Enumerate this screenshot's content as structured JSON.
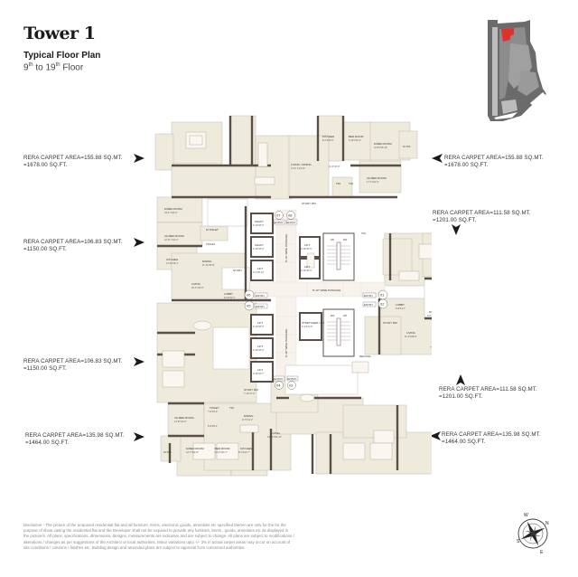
{
  "header": {
    "title": "Tower 1",
    "subtitle": "Typical Floor Plan",
    "floor_from": "9",
    "floor_from_suffix": "th",
    "floor_to_prefix": " to 19",
    "floor_to_suffix": "th",
    "floor_word": " Floor"
  },
  "key_plan": {
    "highlight_color": "#e0322c",
    "site_color": "#6b6b6b"
  },
  "areas": [
    {
      "id": "top-left",
      "sqmt": "RERA CARPET AREA=155.88 SQ.MT.",
      "sqft": "=1678.00 SQ.FT."
    },
    {
      "id": "top-right",
      "sqmt": "RERA CARPET AREA=155.88 SQ.MT.",
      "sqft": "=1678.00 SQ.FT."
    },
    {
      "id": "mid-left-upper",
      "sqmt": "RERA CARPET AREA=106.83 SQ.MT.",
      "sqft": "=1150.00 SQ.FT."
    },
    {
      "id": "mid-right-upper",
      "sqmt": "RERA CARPET AREA=111.58 SQ.MT.",
      "sqft": "=1201.00 SQ.FT."
    },
    {
      "id": "mid-left-lower",
      "sqmt": "RERA CARPET AREA=106.83 SQ.MT.",
      "sqft": "=1150.00 SQ.FT."
    },
    {
      "id": "mid-right-lower",
      "sqmt": "RERA CARPET AREA=111.58 SQ.MT.",
      "sqft": "=1201.00 SQ.FT."
    },
    {
      "id": "bottom-left",
      "sqmt": "RERA CARPET AREA=135.98 SQ.MT.",
      "sqft": "=1464.00 SQ.FT."
    },
    {
      "id": "bottom-right",
      "sqmt": "RERA CARPET AREA=135.98 SQ.MT.",
      "sqft": "=1464.00 SQ.FT."
    }
  ],
  "plan": {
    "colors": {
      "room": "#efebdc",
      "wall": "#5a4e48",
      "corridor": "#f7f2ec",
      "line": "#b5aca3"
    },
    "rooms": {
      "kitchen_t": "KITCHEN",
      "kitchen_t_dim": "8'-0\"X10'-8\"",
      "bed_t": "BED ROOM",
      "bed_t_dim": "9'-10\"X12'-2\"",
      "mbed_t": "M.BED ROOM",
      "mbed_t_dim": "12'-8\"X16'-10\"",
      "mtoi_t": "M.TOI.",
      "mtoi_t_dim": "8'-10\"X 5'-1\"",
      "living_t": "LIVING / DINING",
      "living_t_dim": "13'-0\" X 24'-11\"",
      "passage_t_dim": "14'-3\"X6'-8\"",
      "chbed_t": "CH.BED ROOM",
      "chbed_t_dim": "17'-1\"X12'-4\"",
      "toi1_t": "TOI.",
      "toi2_t": "TOI.",
      "study_t": "STUDY RM",
      "mbed_l": "M.BED ROOM",
      "mbed_l_dim": "16'-3\" X10'-0\"",
      "chbed_l": "CH.BED ROOM",
      "chbed_l_dim": "12'-11\" X11'-3\"",
      "mtoilet_l": "M.TOILET",
      "toilet_l": "TOILET",
      "kitchen_l": "KITCHEN",
      "kitchen_l_dim": "13'-11\"X8'-1\"",
      "dining_l": "DINING",
      "dining_l_dim": "11'-11\"X8'-8\"",
      "living_l": "LIVING",
      "living_l_dim": "20'-1\"X10'-5\"",
      "lobby_l": "LOBBY",
      "lobby_l_dim": "12'-6\"X4'-1\"",
      "study_l": "STUDY",
      "shaft1": "SHAFT",
      "shaft1_dim": "9'-10\"X8'-6\"",
      "shaft2": "SHAFT",
      "shaft2_dim": "9'-10\"X8'-6\"",
      "lift_a": "LIFT",
      "lift_a_dim": "9'-4\"X8'-10\"",
      "lift_b": "LIFT",
      "lift_b_dim": "9'-10\"X8'-6\"",
      "lift_c": "LIFT",
      "lift_c_dim": "9'-10\"X8'-6\"",
      "lift_d": "LIFT",
      "lift_d_dim": "9'-10\"X8'-6\"",
      "lift_e": "LIFT",
      "lift_e_dim": "9'-10\"X8'-6\"",
      "lift_f": "LIFT",
      "lift_f_dim": "9'-10\"X8'-7\"",
      "stretcher": "STRETCHER LIFT",
      "stretcher_dim": "9'-4\"X11'-5\"",
      "up": "UP",
      "dn": "DN",
      "passage_h": "8'-10\" WIDE PASSAGE",
      "passage_v1": "8'-10\" WIDE PASSAGE",
      "passage_v2": "8'-10\" WIDE PASSAGE",
      "toi_r": "TOI.",
      "lobby_r": "LOBBY",
      "lobby_r_dim": "8'-8\"X4'-7\"",
      "dining_r": "DINING",
      "dining_r_dim": "9'-4\"X12'-0\"",
      "living_r": "LIVING",
      "living_r_dim": "11'-6\"X20'-9\"",
      "kitchen_r": "KITCHEN",
      "kitchen_r_dim": "7'-10\"X14'-9\"",
      "chbed_r": "CH.BED ROOM",
      "chbed_r_dim": "11'-8\"X14'-8\"",
      "mbed_r": "M.BED ROOM",
      "mbed_r_dim": "10'-10\"X13'-4\"",
      "mtoi_r": "M.TOI.",
      "study_r": "STUDY RM",
      "passage_r": "3'0\" W. PASSAGE",
      "chbed_b": "CH.BED ROOM",
      "chbed_b_dim": "12'-8\"X11'-8\"",
      "toilet_b": "TOILET",
      "toilet_b_dim": "7'-8\"X5'-4\"",
      "toi_b": "TOI.",
      "dining_b": "DINING",
      "dining_b_dim": "9'-7\"X11'-2\"",
      "living_b": "LIVING",
      "living_b_dim": "10'-11\"X21'-11\"",
      "mbed_b": "M.BED ROOM",
      "mbed_b_dim": "12'-7\"X14'-8\"",
      "bed_b": "BED ROOM",
      "bed_b_dim": "10'-2\"X13'-7\"",
      "kitchen_b": "KITCHEN",
      "kitchen_b_dim": "8'-2\"X13'-7\"",
      "mtoi_b": "M.TOI.",
      "study_b": "STUDY RM",
      "study_b_dim": "7'-10\"X7'-2\"",
      "passage_b_dim": "8'-8\"X8'-4\"",
      "refuge": "REFUGE"
    },
    "entries": [
      {
        "label": "ENTRY",
        "num": "01"
      },
      {
        "label": "ENTRY",
        "num": "02"
      },
      {
        "label": "ENTRY",
        "num": "03"
      },
      {
        "label": "ENTRY",
        "num": "04"
      },
      {
        "label": "ENTRY",
        "num": "05"
      },
      {
        "label": "ENTRY",
        "num": "06"
      },
      {
        "label": "ENTRY",
        "num": "07"
      },
      {
        "label": "ENTRY",
        "num": "08"
      }
    ]
  },
  "disclaimer": "Disclaimer - The picture of the proposed residential flat and all furniture, items, electronic goods, amenities etc specified therein are only for the for the purpose of show casing the residential flat and the Developer shall not be required to provide any furniture, items , goods, amenities etc as displayed in the picture/s. All plans, specifications, dimensions, designs, measurements are indicative and are subject to change. All plans are subject to modifications / alterations / changes as per suggestions of the Architect or local authorities. Minor variations upto +/- 3% in actual carpet areas may occur on account of site conditions / columns / finishes etc. Building design and amended plans are subject to approval from concerned authorities.",
  "compass": {
    "n": "N",
    "s": "S",
    "e": "E",
    "w": "W"
  }
}
